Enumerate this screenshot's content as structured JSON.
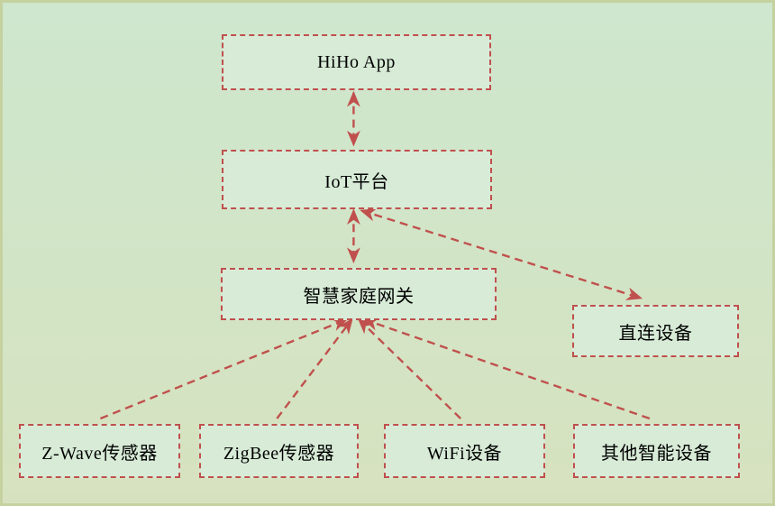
{
  "nodes": {
    "hiho": {
      "label": "HiHo App"
    },
    "iot": {
      "label": "IoT平台"
    },
    "gateway": {
      "label": "智慧家庭网关"
    },
    "direct": {
      "label": "直连设备"
    },
    "zwave": {
      "label": "Z-Wave传感器"
    },
    "zigbee": {
      "label": "ZigBee传感器"
    },
    "wifi": {
      "label": "WiFi设备"
    },
    "other": {
      "label": "其他智能设备"
    }
  },
  "edges": [
    {
      "from": "hiho",
      "to": "iot",
      "style": "dashed",
      "arrows": "both"
    },
    {
      "from": "iot",
      "to": "gateway",
      "style": "dashed",
      "arrows": "both"
    },
    {
      "from": "iot",
      "to": "direct",
      "style": "dashed",
      "arrows": "both"
    },
    {
      "from": "zwave",
      "to": "gateway",
      "style": "dashed",
      "arrows": "end"
    },
    {
      "from": "zigbee",
      "to": "gateway",
      "style": "dashed",
      "arrows": "end"
    },
    {
      "from": "wifi",
      "to": "gateway",
      "style": "dashed",
      "arrows": "end"
    },
    {
      "from": "other",
      "to": "gateway",
      "style": "dashed",
      "arrows": "end"
    }
  ],
  "colors": {
    "edge": "#c0504d",
    "box_fill": "#d7ebd7",
    "background_top": "#cee7ce",
    "background_bottom": "#d6e2bf",
    "frame": "#c5d19f",
    "text": "#000000"
  }
}
